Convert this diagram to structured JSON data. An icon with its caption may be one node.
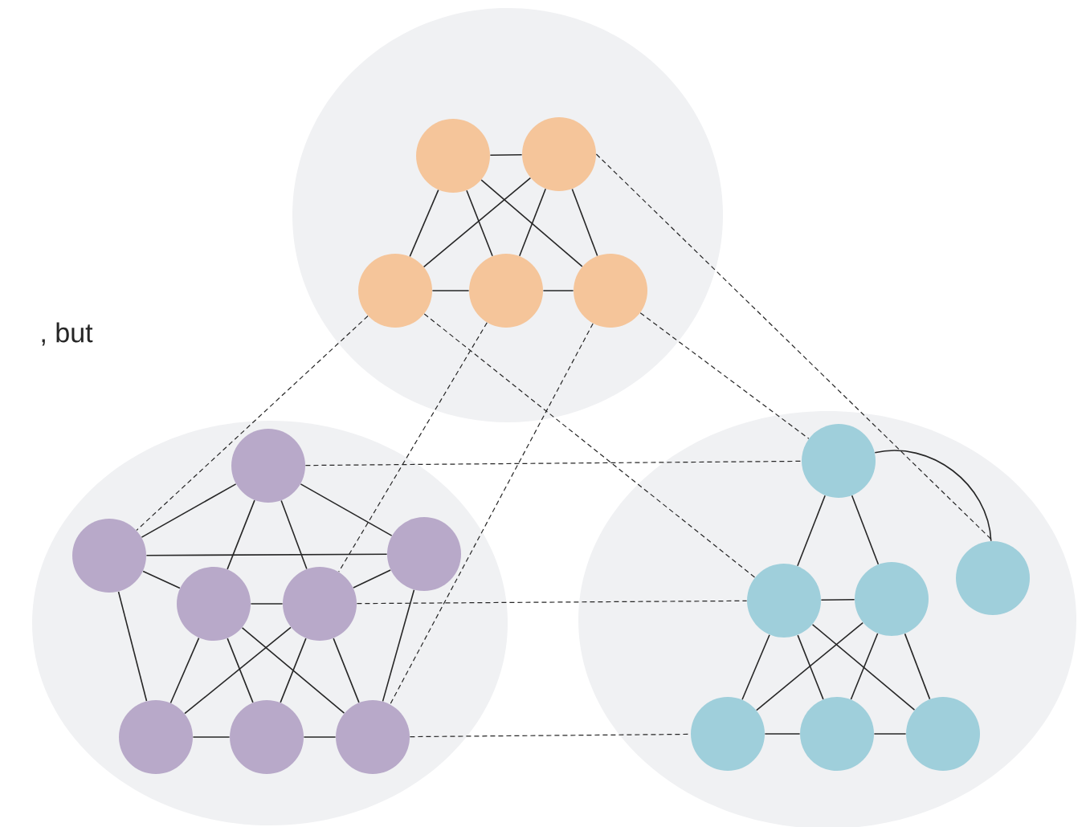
{
  "diagram": {
    "nodes": [
      {
        "text": [],
        "shape": "circle"
      },
      {
        "text": [],
        "shape": "circle",
        "in": 0
      },
      {
        "text": [],
        "shape": "circle",
        "in": 0
      },
      {
        "text": [],
        "shape": "circle",
        "in": 0
      },
      {
        "text": [],
        "shape": "circle",
        "in": 0
      },
      {
        "text": [],
        "shape": "circle",
        "in": 0
      },
      {
        "text": [],
        "shape": "circle"
      },
      {
        "text": [],
        "shape": "circle",
        "in": 6
      },
      {
        "text": [],
        "shape": "circle",
        "in": 6
      },
      {
        "text": [],
        "shape": "circle",
        "in": 6
      },
      {
        "text": [],
        "shape": "circle",
        "in": 6
      },
      {
        "text": [],
        "shape": "circle",
        "in": 6
      },
      {
        "text": [],
        "shape": "circle",
        "in": 6
      },
      {
        "text": [],
        "shape": "circle",
        "in": 6
      },
      {
        "text": [],
        "shape": "circle",
        "in": 6
      },
      {
        "text": [],
        "shape": "circle"
      },
      {
        "text": [],
        "shape": "circle",
        "in": 15
      },
      {
        "text": [],
        "shape": "circle",
        "in": 15
      },
      {
        "text": [],
        "shape": "circle",
        "in": 15
      },
      {
        "text": [],
        "shape": "circle",
        "in": 15
      },
      {
        "text": [],
        "shape": "circle",
        "in": 15
      },
      {
        "text": [],
        "shape": "circle",
        "in": 15
      },
      {
        "text": [],
        "shape": "circle",
        "in": 15
      }
    ],
    "edges": [
      {
        "from": 1,
        "to": 2,
        "arrow": "none"
      },
      {
        "from": 1,
        "to": 3,
        "arrow": "none"
      },
      {
        "from": 1,
        "to": 4,
        "arrow": "none"
      },
      {
        "from": 1,
        "to": 5,
        "arrow": "none"
      },
      {
        "from": 2,
        "to": 3,
        "arrow": "none"
      },
      {
        "from": 2,
        "to": 4,
        "arrow": "none"
      },
      {
        "from": 2,
        "to": 5,
        "arrow": "none"
      },
      {
        "from": 3,
        "to": 4,
        "arrow": "none"
      },
      {
        "from": 4,
        "to": 5,
        "arrow": "none"
      },
      {
        "from": 7,
        "to": 8,
        "arrow": "none"
      },
      {
        "from": 7,
        "to": 9,
        "arrow": "none"
      },
      {
        "from": 7,
        "to": 10,
        "arrow": "none"
      },
      {
        "from": 7,
        "to": 11,
        "arrow": "none"
      },
      {
        "from": 8,
        "to": 9,
        "arrow": "none"
      },
      {
        "from": 8,
        "to": 10,
        "arrow": "none"
      },
      {
        "from": 8,
        "to": 12,
        "arrow": "none"
      },
      {
        "from": 9,
        "to": 11,
        "arrow": "none"
      },
      {
        "from": 9,
        "to": 14,
        "arrow": "none"
      },
      {
        "from": 10,
        "to": 11,
        "arrow": "none"
      },
      {
        "from": 10,
        "to": 12,
        "arrow": "none"
      },
      {
        "from": 10,
        "to": 13,
        "arrow": "none"
      },
      {
        "from": 10,
        "to": 14,
        "arrow": "none"
      },
      {
        "from": 11,
        "to": 12,
        "arrow": "none"
      },
      {
        "from": 11,
        "to": 13,
        "arrow": "none"
      },
      {
        "from": 11,
        "to": 14,
        "arrow": "none"
      },
      {
        "from": 12,
        "to": 13,
        "arrow": "none"
      },
      {
        "from": 13,
        "to": 14,
        "arrow": "none"
      },
      {
        "from": 16,
        "to": 17,
        "arrow": "none"
      },
      {
        "from": 16,
        "to": 18,
        "arrow": "none"
      },
      {
        "from": 16,
        "to": 22,
        "arrow": "none"
      },
      {
        "from": 17,
        "to": 18,
        "arrow": "none"
      },
      {
        "from": 17,
        "to": 19,
        "arrow": "none"
      },
      {
        "from": 17,
        "to": 20,
        "arrow": "none"
      },
      {
        "from": 17,
        "to": 21,
        "arrow": "none"
      },
      {
        "from": 18,
        "to": 19,
        "arrow": "none"
      },
      {
        "from": 18,
        "to": 20,
        "arrow": "none"
      },
      {
        "from": 18,
        "to": 21,
        "arrow": "none"
      },
      {
        "from": 19,
        "to": 20,
        "arrow": "none"
      },
      {
        "from": 20,
        "to": 21,
        "arrow": "none"
      },
      {
        "from": 2,
        "to": 22,
        "arrow": "none",
        "style": "dashed"
      },
      {
        "from": 3,
        "to": 8,
        "arrow": "none",
        "style": "dashed"
      },
      {
        "from": 3,
        "to": 17,
        "arrow": "none",
        "style": "dashed"
      },
      {
        "from": 4,
        "to": 11,
        "arrow": "none",
        "style": "dashed"
      },
      {
        "from": 5,
        "to": 14,
        "arrow": "none",
        "style": "dashed"
      },
      {
        "from": 5,
        "to": 16,
        "arrow": "none",
        "style": "dashed"
      },
      {
        "from": 7,
        "to": 16,
        "arrow": "none",
        "style": "dashed"
      },
      {
        "from": 11,
        "to": 17,
        "arrow": "none",
        "style": "dashed"
      },
      {
        "from": 14,
        "to": 19,
        "arrow": "none",
        "style": "dashed"
      }
    ],
    "labels": [
      ", but"
    ]
  }
}
